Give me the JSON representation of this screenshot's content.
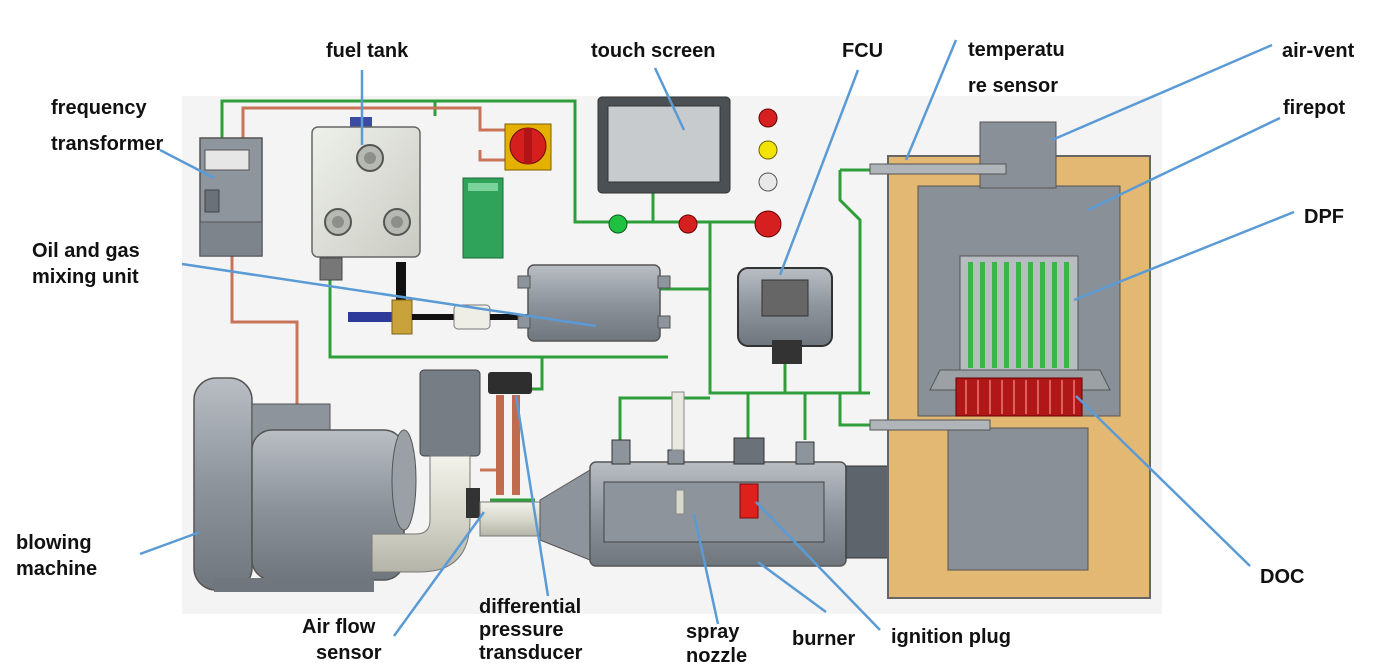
{
  "labels": {
    "fuel_tank": "fuel tank",
    "touch_screen": "touch screen",
    "fcu": "FCU",
    "temperature_sensor": [
      "temperatu",
      "re sensor"
    ],
    "air_vent": "air-vent",
    "firepot": "firepot",
    "dpf": "DPF",
    "frequency_transformer": [
      "frequency",
      "transformer"
    ],
    "oil_gas_mixing_unit": [
      "Oil and gas",
      "mixing unit"
    ],
    "blowing_machine": [
      "blowing",
      "machine"
    ],
    "air_flow_sensor": [
      "Air flow",
      "sensor"
    ],
    "differential_pressure_transducer": [
      "differential",
      "pressure",
      "transducer"
    ],
    "spray_nozzle": [
      "spray",
      "nozzle"
    ],
    "burner": "burner",
    "ignition_plug": "ignition plug",
    "doc": "DOC"
  },
  "colors": {
    "leader_line": "#5b9bd5",
    "green_wire": "#2e9e3a",
    "copper_wire": "#c8735a",
    "housing": "#e3b873",
    "metal": "#9aa0a6"
  }
}
